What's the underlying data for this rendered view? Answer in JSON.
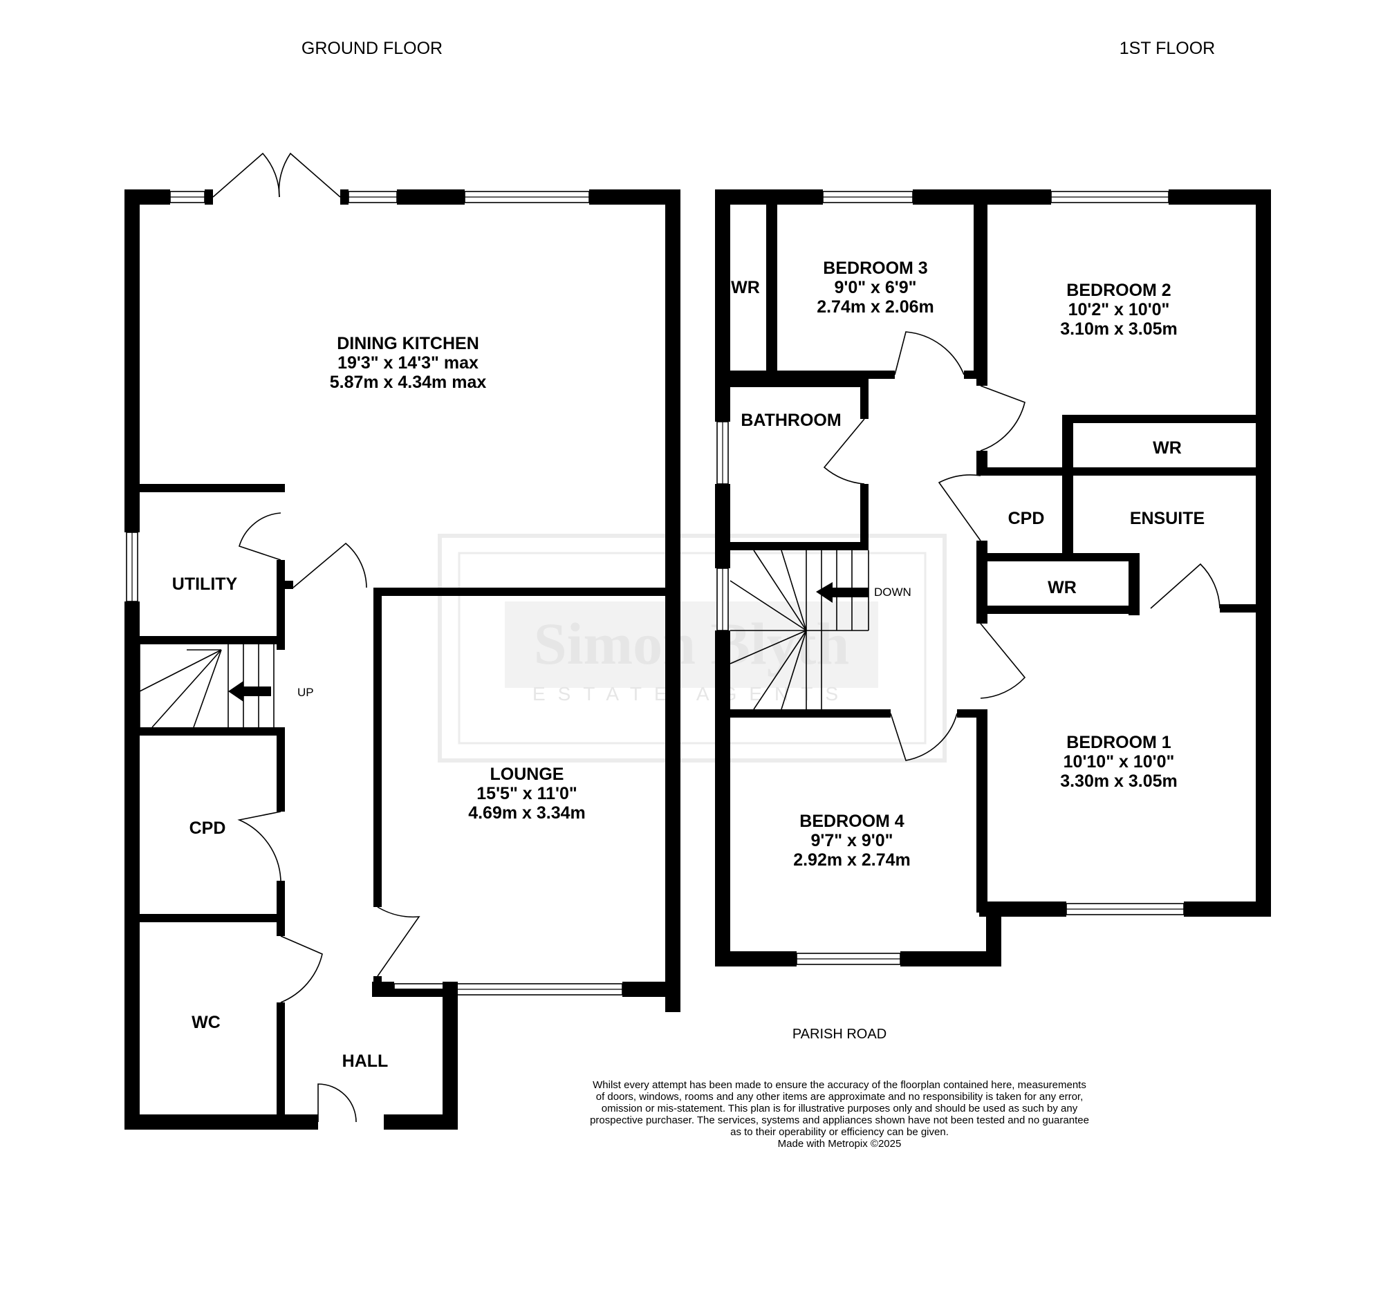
{
  "floors": {
    "ground": {
      "title": "GROUND FLOOR"
    },
    "first": {
      "title": "1ST FLOOR"
    }
  },
  "rooms": {
    "dining_kitchen": {
      "name": "DINING KITCHEN",
      "imperial": "19'3\"  x 14'3\" max",
      "metric": "5.87m  x 4.34m max"
    },
    "utility": {
      "name": "UTILITY"
    },
    "lounge": {
      "name": "LOUNGE",
      "imperial": "15'5\"  x 11'0\"",
      "metric": "4.69m  x 3.34m"
    },
    "cpd_ground": {
      "name": "CPD"
    },
    "wc": {
      "name": "WC"
    },
    "hall": {
      "name": "HALL"
    },
    "wr_bed3": {
      "name": "WR"
    },
    "bedroom3": {
      "name": "BEDROOM 3",
      "imperial": "9'0\"  x 6'9\"",
      "metric": "2.74m  x 2.06m"
    },
    "bedroom2": {
      "name": "BEDROOM 2",
      "imperial": "10'2\"  x 10'0\"",
      "metric": "3.10m  x 3.05m"
    },
    "bathroom": {
      "name": "BATHROOM"
    },
    "wr_bed2": {
      "name": "WR"
    },
    "cpd_first": {
      "name": "CPD"
    },
    "ensuite": {
      "name": "ENSUITE"
    },
    "wr_bed1": {
      "name": "WR"
    },
    "bedroom1": {
      "name": "BEDROOM 1",
      "imperial": "10'10\"  x 10'0\"",
      "metric": "3.30m  x 3.05m"
    },
    "bedroom4": {
      "name": "BEDROOM 4",
      "imperial": "9'7\"  x 9'0\"",
      "metric": "2.92m  x 2.74m"
    }
  },
  "stairs": {
    "up_label": "UP",
    "down_label": "DOWN"
  },
  "road_label": "PARISH ROAD",
  "watermark": {
    "name": "Simon Blyth",
    "subtitle": "ESTATE AGENTS"
  },
  "disclaimer": [
    "Whilst every attempt has been made to ensure the accuracy of the floorplan contained here, measurements",
    "of doors, windows, rooms and any other items are approximate and no responsibility is taken for any error,",
    "omission or mis-statement. This plan is for illustrative purposes only and should be used as such by any",
    "prospective purchaser. The services, systems and appliances shown have not been tested and no guarantee",
    "as to their operability or efficiency can be given.",
    "Made with Metropix ©2025"
  ]
}
